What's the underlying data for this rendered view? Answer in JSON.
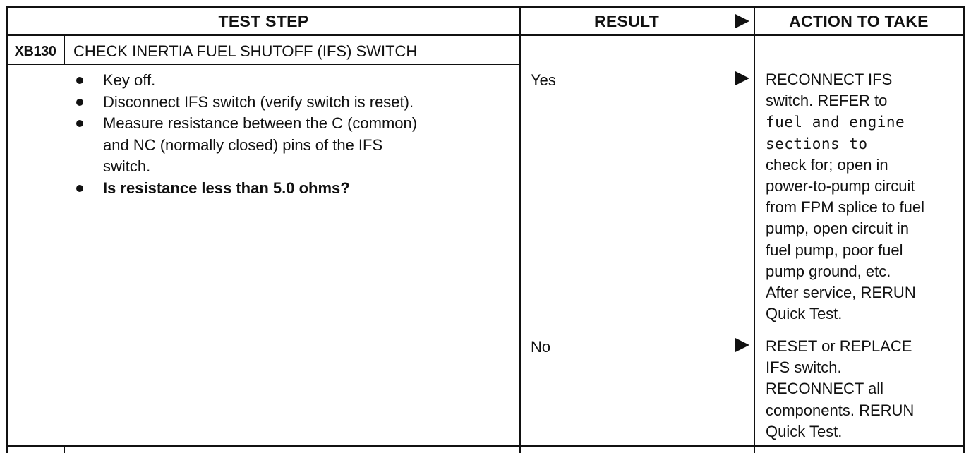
{
  "header": {
    "test_step": "TEST STEP",
    "result": "RESULT",
    "action": "ACTION TO TAKE"
  },
  "step": {
    "id": "XB130",
    "title": "CHECK INERTIA FUEL SHUTOFF (IFS) SWITCH",
    "bullets": [
      "Key off.",
      "Disconnect IFS switch (verify switch is reset).",
      "Measure resistance between the C (common)",
      "and NC (normally closed) pins of the IFS",
      "switch.",
      "Is resistance less than 5.0 ohms?"
    ]
  },
  "results": [
    {
      "label": "Yes",
      "action_lines": [
        "RECONNECT IFS",
        "switch. REFER to",
        "fuel and engine",
        "sections  to",
        "check for; open in",
        "power-to-pump circuit",
        "from FPM splice to fuel",
        "pump, open circuit in",
        "fuel pump, poor fuel",
        "pump ground, etc.",
        "After service, RERUN",
        "Quick Test."
      ]
    },
    {
      "label": "No",
      "action_lines": [
        "RESET or REPLACE",
        "IFS switch.",
        "RECONNECT all",
        "components. RERUN",
        "Quick Test."
      ]
    }
  ]
}
